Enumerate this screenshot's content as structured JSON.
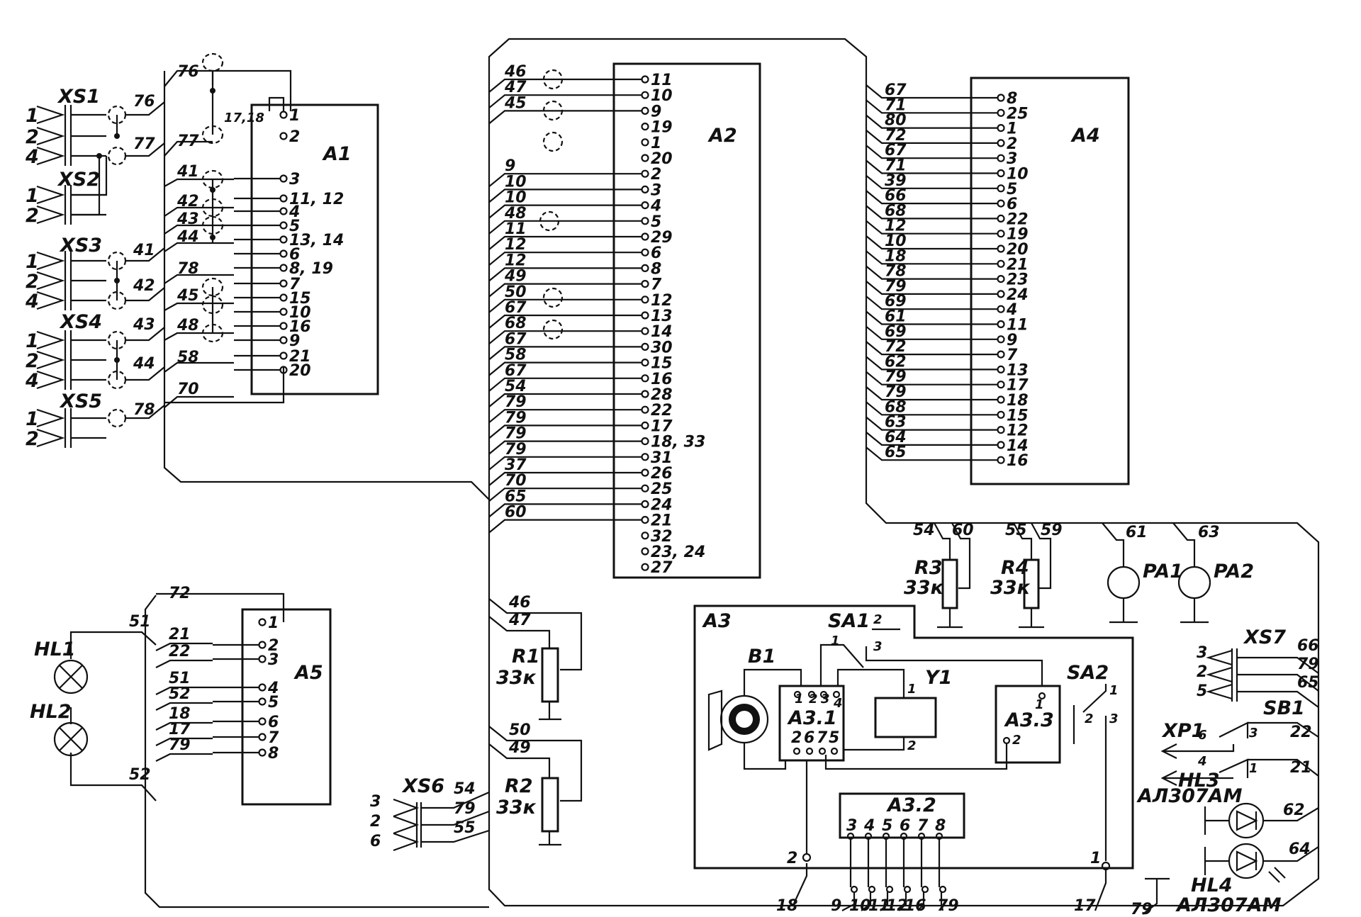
{
  "blocks": {
    "A1": {
      "label": "А1",
      "pins": [
        "1",
        "2",
        "3",
        "11, 12",
        "4",
        "5",
        "13, 14",
        "6",
        "8, 19",
        "7",
        "15",
        "10",
        "16",
        "9",
        "21",
        "20"
      ],
      "pin17": "17,18"
    },
    "A2": {
      "label": "А2",
      "pins": [
        "11",
        "10",
        "9",
        "19",
        "1",
        "20",
        "2",
        "3",
        "4",
        "5",
        "29",
        "6",
        "8",
        "7",
        "12",
        "13",
        "14",
        "30",
        "15",
        "16",
        "28",
        "22",
        "17",
        "18, 33",
        "31",
        "26",
        "25",
        "24",
        "21",
        "32",
        "23, 24",
        "27"
      ]
    },
    "A4": {
      "label": "А4",
      "pins": [
        "8",
        "25",
        "1",
        "2",
        "3",
        "10",
        "5",
        "6",
        "22",
        "19",
        "20",
        "21",
        "23",
        "24",
        "4",
        "11",
        "9",
        "7",
        "13",
        "17",
        "18",
        "15",
        "12",
        "14",
        "16"
      ]
    },
    "A5": {
      "label": "А5",
      "pins": [
        "1",
        "2",
        "3",
        "4",
        "5",
        "6",
        "7",
        "8"
      ]
    },
    "A3": {
      "label": "А3",
      "sub1": "А3.1",
      "sub2": "А3.2",
      "sub3": "А3.3"
    }
  },
  "wires": {
    "a1_in": [
      "76",
      "77",
      "41",
      "42",
      "43",
      "44",
      "78",
      "45",
      "48",
      "58",
      "70"
    ],
    "a2_in": [
      "46",
      "47",
      "45",
      "9",
      "10",
      "10",
      "48",
      "11",
      "12",
      "12",
      "49",
      "50",
      "67",
      "68",
      "67",
      "58",
      "67",
      "54",
      "79",
      "79",
      "79",
      "79",
      "37",
      "70",
      "65",
      "60"
    ],
    "a4_in": [
      "67",
      "71",
      "80",
      "72",
      "67",
      "71",
      "39",
      "66",
      "68",
      "12",
      "10",
      "18",
      "78",
      "79",
      "69",
      "61",
      "69",
      "72",
      "62",
      "79",
      "79",
      "68",
      "63",
      "64",
      "65"
    ],
    "a5_in": [
      "72",
      "21",
      "22",
      "51",
      "52",
      "18",
      "17",
      "79"
    ],
    "lamps_in": [
      "51",
      "52"
    ],
    "xs1": [
      "76",
      "77"
    ],
    "xs3": [
      "41",
      "42"
    ],
    "xs4": [
      "43",
      "44"
    ],
    "xs5": "78",
    "xs6": [
      "54",
      "79",
      "55"
    ],
    "xs7": [
      "66",
      "79",
      "65"
    ],
    "r1": [
      "46",
      "47"
    ],
    "r2": [
      "50",
      "49"
    ],
    "r3": [
      "54",
      "60"
    ],
    "r4": [
      "55",
      "59"
    ],
    "pa1": "61",
    "pa2": "63",
    "sb1": [
      "22",
      "21"
    ],
    "hl34": [
      "62",
      "64"
    ],
    "a3_bottom": [
      "18",
      "9",
      "10",
      "11",
      "12",
      "16",
      "79",
      "17"
    ],
    "hl4_gnd": "79"
  },
  "connectors": {
    "xs1": {
      "label": "XS1",
      "pins": [
        "1",
        "2",
        "4"
      ]
    },
    "xs2": {
      "label": "XS2",
      "pins": [
        "1",
        "2"
      ]
    },
    "xs3": {
      "label": "XS3",
      "pins": [
        "1",
        "2",
        "4"
      ]
    },
    "xs4": {
      "label": "XS4",
      "pins": [
        "1",
        "2",
        "4"
      ]
    },
    "xs5": {
      "label": "XS5",
      "pins": [
        "1",
        "2"
      ]
    },
    "xs6": {
      "label": "XS6",
      "pins": [
        "3",
        "2",
        "6"
      ]
    },
    "xs7": {
      "label": "XS7",
      "pins": [
        "3",
        "2",
        "5"
      ]
    },
    "xp1": {
      "label": "XP1",
      "pins": [
        "6",
        "4"
      ]
    }
  },
  "components": {
    "hl1": "HL1",
    "hl2": "HL2",
    "hl3": "HL3",
    "hl3_type": "АЛ307АМ",
    "hl4": "HL4",
    "hl4_type": "АЛ307АМ",
    "r1": "R1",
    "r1_val": "33к",
    "r2": "R2",
    "r2_val": "33к",
    "r3": "R3",
    "r3_val": "33к",
    "r4": "R4",
    "r4_val": "33к",
    "pa1": "PA1",
    "pa2": "PA2",
    "sb1": "SB1",
    "sb1_pins": [
      "3",
      "1"
    ],
    "b1": "B1",
    "y1": "Y1",
    "y1_pins": [
      "1",
      "2"
    ],
    "sa1": "SA1",
    "sa1_pins": [
      "1",
      "2",
      "3"
    ],
    "sa2": "SA2",
    "sa2_pins": [
      "1",
      "2",
      "3"
    ],
    "a31_pins_top": [
      "1",
      "2",
      "3",
      "4"
    ],
    "a31_pins_bot": [
      "2",
      "6",
      "7",
      "5"
    ],
    "a32_pins": [
      "3",
      "4",
      "5",
      "6",
      "7",
      "8"
    ],
    "a33_pins": [
      "1",
      "2"
    ],
    "a3_pin2": "2",
    "a3_pin1": "1"
  }
}
